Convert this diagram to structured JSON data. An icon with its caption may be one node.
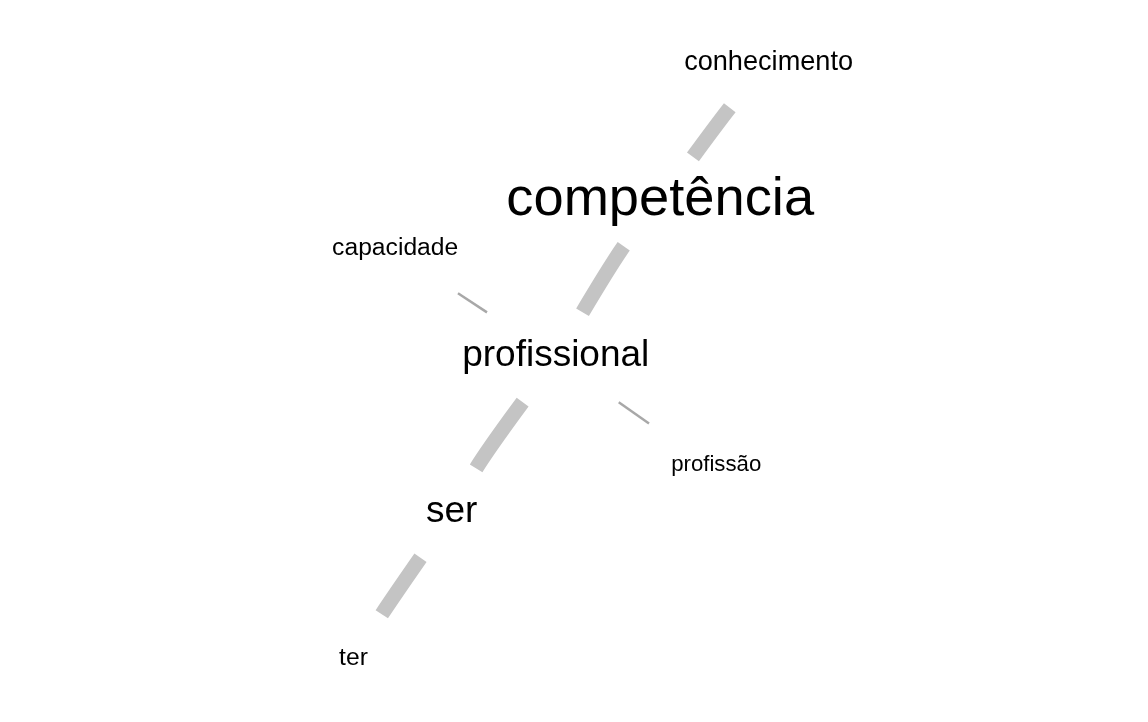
{
  "diagram": {
    "nodes": [
      {
        "text": [
          "capacidade"
        ]
      },
      {
        "text": [
          "profissão"
        ]
      },
      {
        "text": [
          "profissional"
        ]
      },
      {
        "text": [
          "competência"
        ]
      },
      {
        "text": [
          "conhecimento"
        ]
      },
      {
        "text": [
          "ser"
        ]
      },
      {
        "text": [
          "ter"
        ]
      }
    ],
    "edges": [
      {
        "from": 2,
        "to": 0,
        "arrow": "none",
        "color": "#a8a8a8"
      },
      {
        "from": 2,
        "to": 1,
        "arrow": "none",
        "color": "#a8a8a8"
      },
      {
        "from": 2,
        "to": 3,
        "arrow": "none"
      },
      {
        "from": 3,
        "to": 4,
        "arrow": "none"
      },
      {
        "from": 2,
        "to": 5,
        "arrow": "none"
      },
      {
        "from": 5,
        "to": 6,
        "arrow": "none"
      }
    ]
  }
}
